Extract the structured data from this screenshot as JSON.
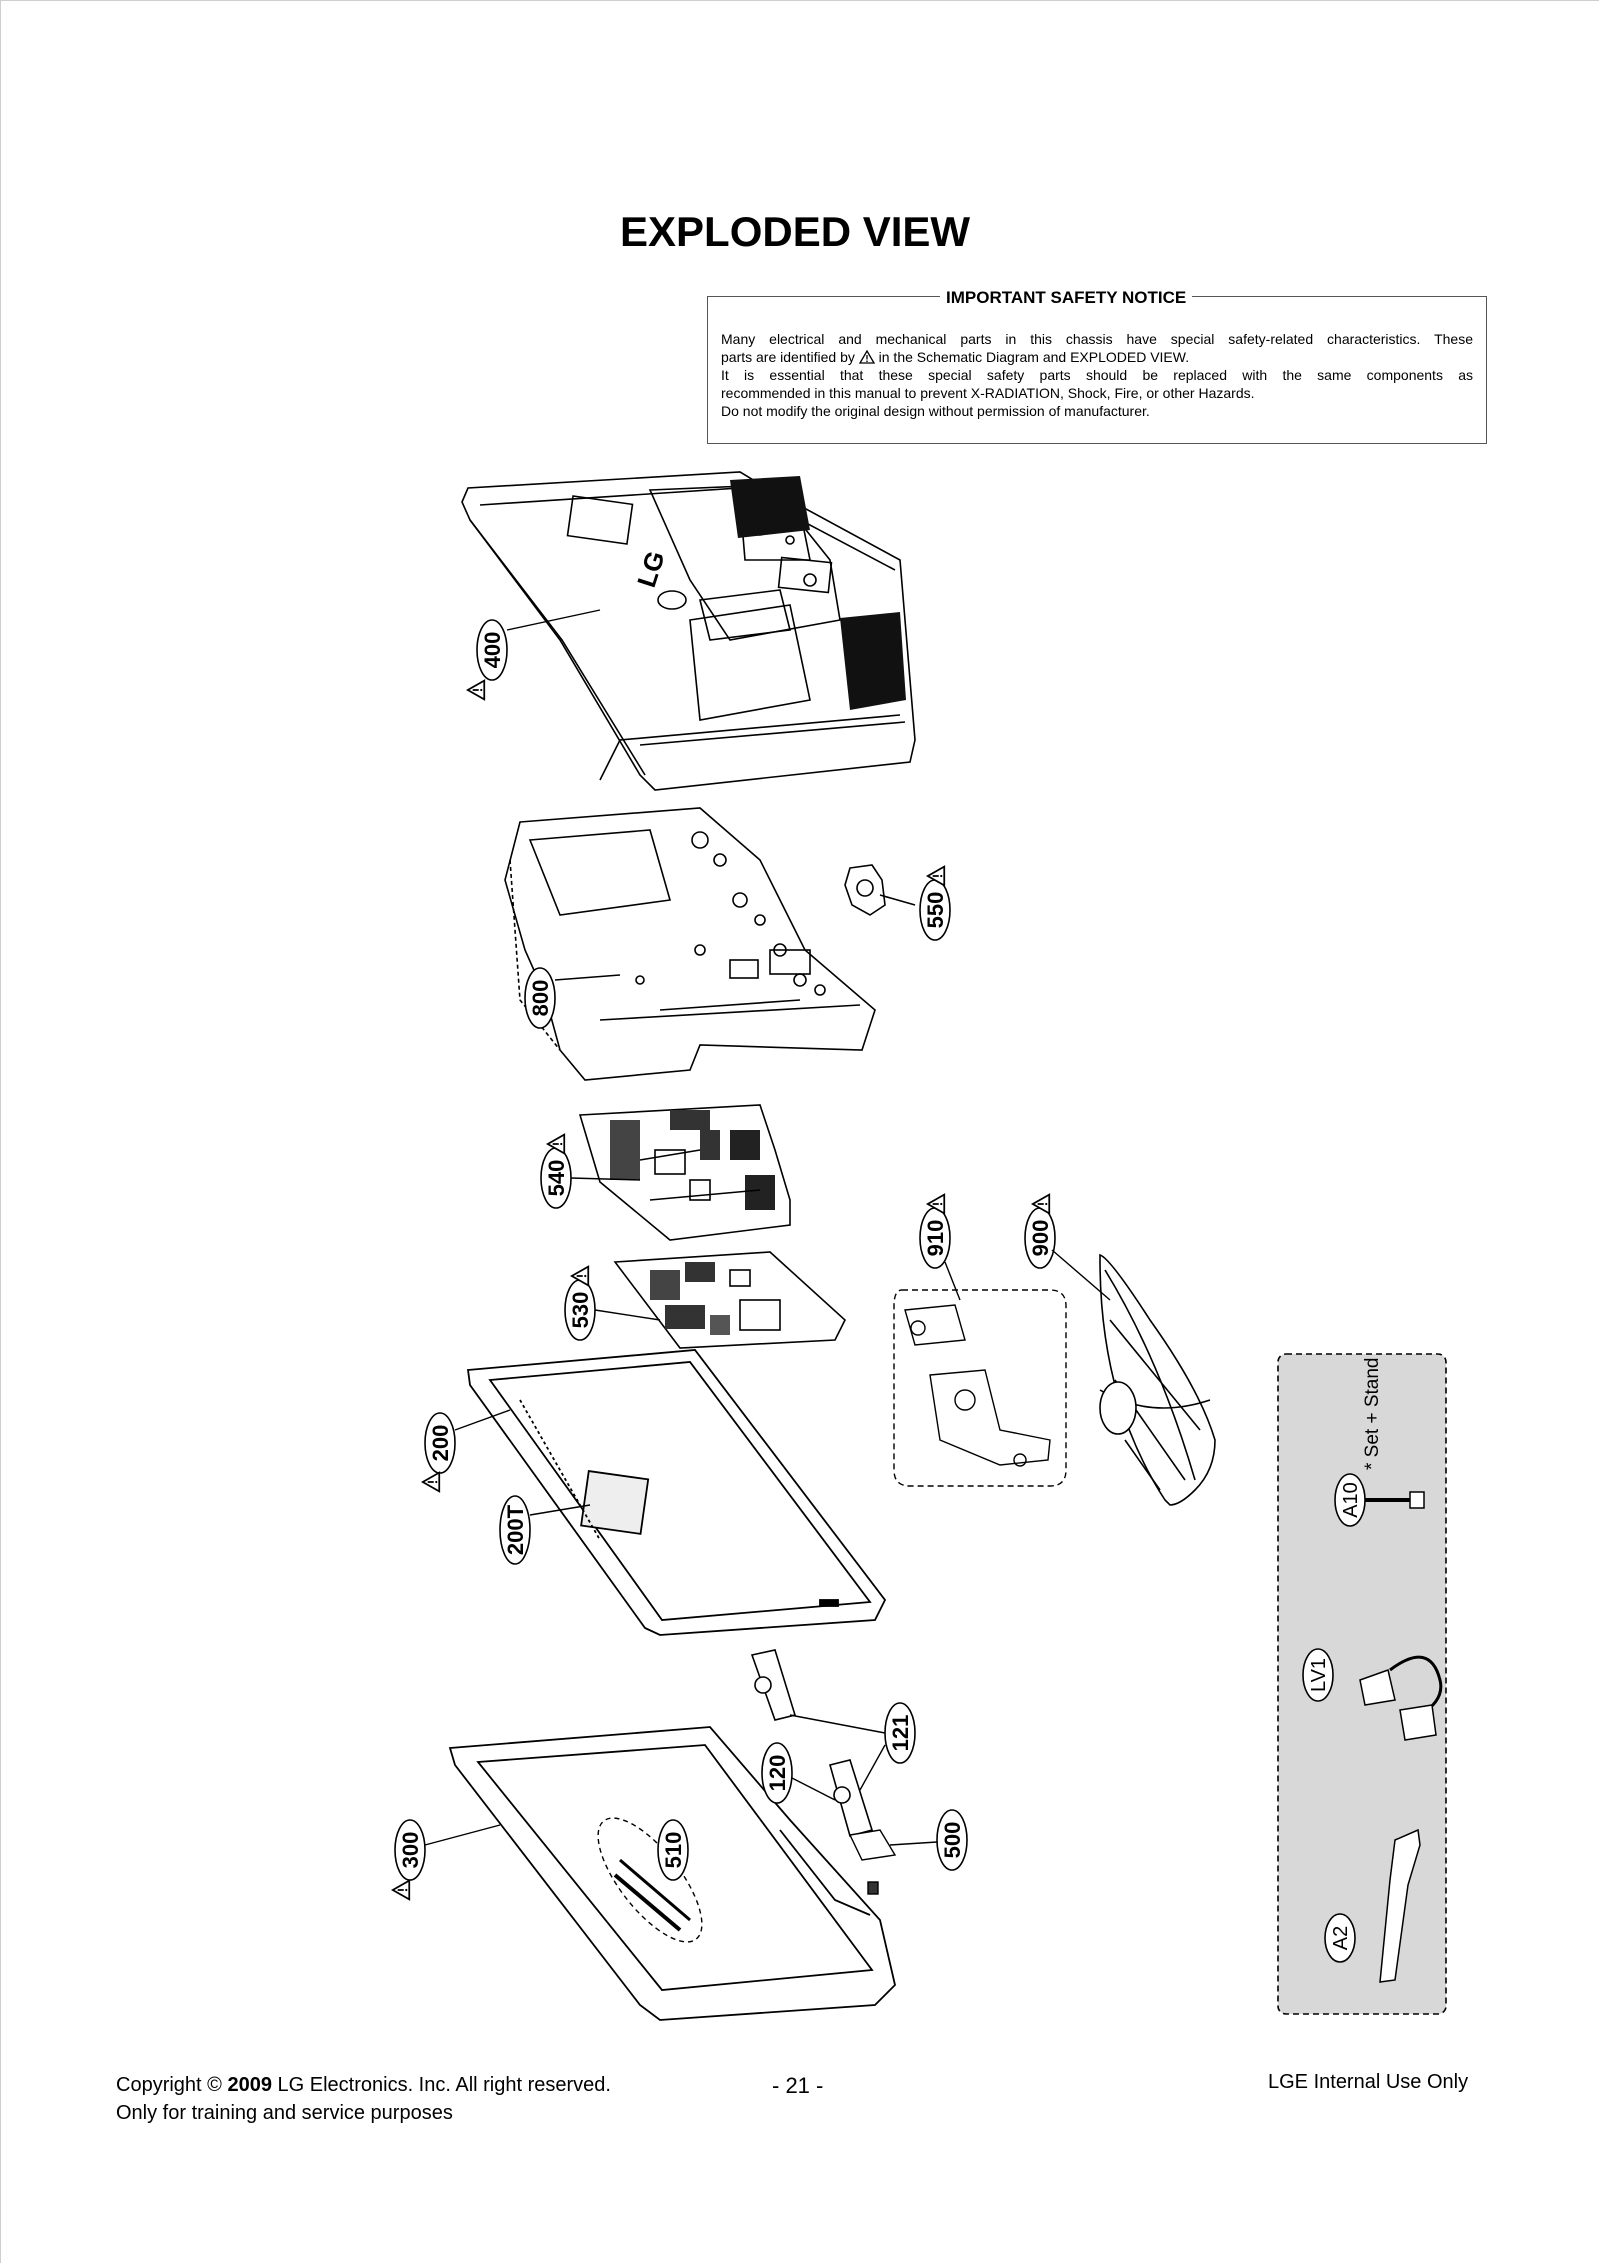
{
  "header": {
    "title": "EXPLODED VIEW"
  },
  "notice": {
    "heading": "IMPORTANT SAFETY NOTICE",
    "line1": "Many electrical and mechanical parts in this chassis have special safety-related characteristics. These",
    "line2a": "parts are identified by",
    "line2b": "in the Schematic Diagram and EXPLODED VIEW.",
    "line3": "It is essential that these special safety parts should be replaced with the same components as",
    "line4": "recommended in this manual to prevent X-RADIATION, Shock, Fire, or other Hazards.",
    "line5": "Do not modify the original design without permission of manufacturer."
  },
  "parts": {
    "p400": "400",
    "p800": "800",
    "p550": "550",
    "p540": "540",
    "p910": "910",
    "p900": "900",
    "p530": "530",
    "p200": "200",
    "p200t": "200T",
    "p121": "121",
    "p120": "120",
    "p300": "300",
    "p510": "510",
    "p500": "500",
    "a10": "A10",
    "lv1": "LV1",
    "a2": "A2"
  },
  "kit_label": "* Set + Stand",
  "footer": {
    "copyright_prefix": "Copyright  ©",
    "copyright_year": "2009",
    "copyright_rest": "LG Electronics. Inc. All right reserved.",
    "training": "Only for training and service purposes",
    "page_number": "- 21 -",
    "internal": "LGE Internal Use Only"
  },
  "logo_text": "LG"
}
